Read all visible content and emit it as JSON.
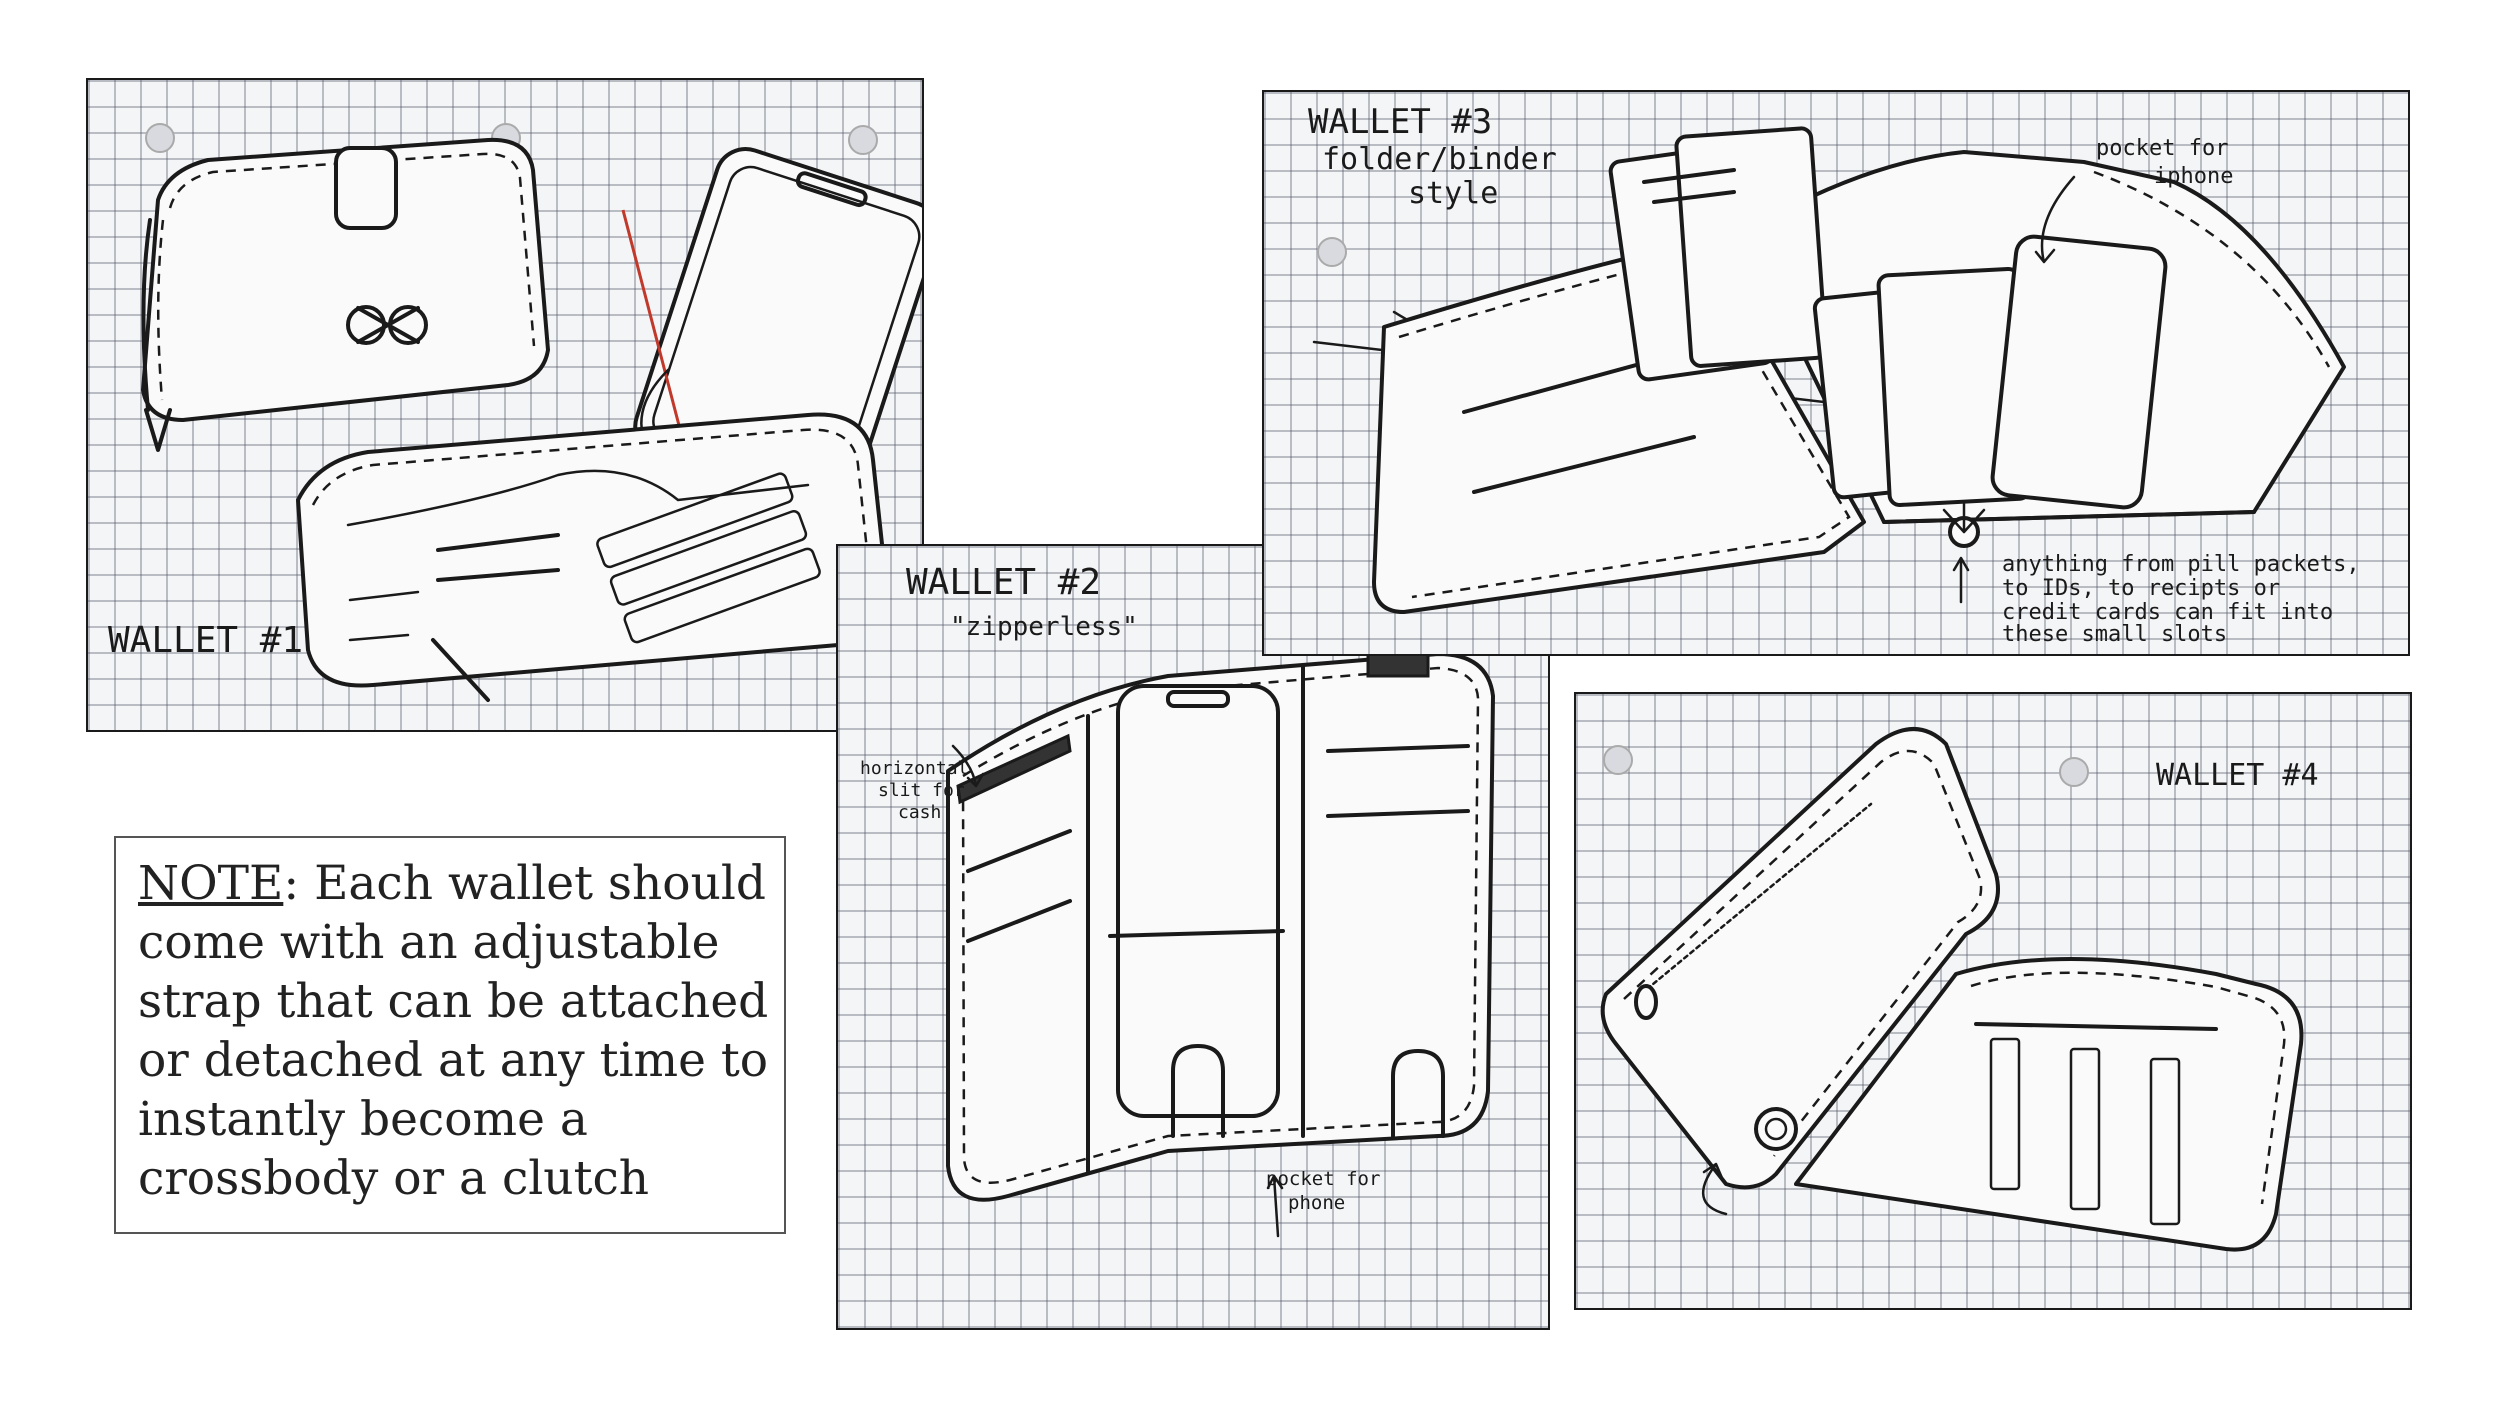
{
  "panels": {
    "wallet1": {
      "label": "WALLET #1"
    },
    "wallet2": {
      "label": "WALLET #2",
      "subtitle": "\"zipperless\"",
      "annotation_slit": [
        "horizontal",
        "slit for",
        "cash"
      ],
      "annotation_pocket": [
        "pocket for",
        "phone"
      ]
    },
    "wallet3": {
      "label": "WALLET #3",
      "subtitle": [
        "folder/binder",
        "style"
      ],
      "annotation_pocket": [
        "pocket for",
        "iphone"
      ],
      "annotation_slots": [
        "anything from pill packets,",
        "to IDs, to recipts or",
        "credit cards can fit into",
        "these small slots"
      ]
    },
    "wallet4": {
      "label": "WALLET #4"
    }
  },
  "note": {
    "label": "NOTE",
    "text": ": Each wallet should come with an adjustable strap that can be attached or detached at any time to instantly become a crossbody or a clutch"
  },
  "colors": {
    "ink": "#1a1a1a",
    "paper": "#f4f5f7",
    "grid": "#5a5f6e",
    "accent_red": "#c0392b"
  }
}
